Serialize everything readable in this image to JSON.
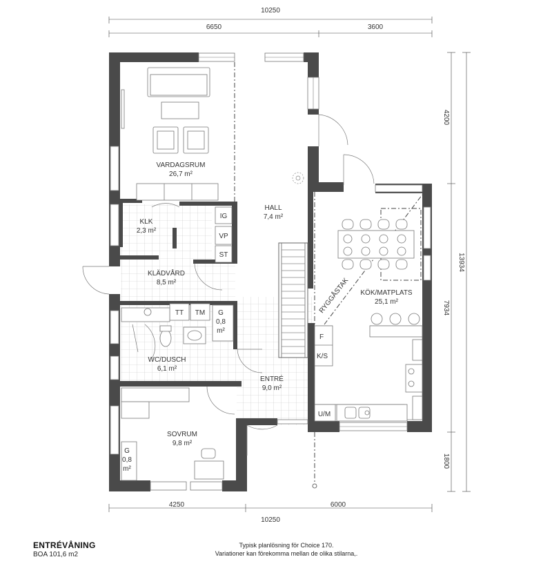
{
  "dimensions": {
    "top_total": "10250",
    "top_left": "6650",
    "top_right": "3600",
    "bottom_left": "4250",
    "bottom_right": "6000",
    "bottom_total": "10250",
    "right_upper": "4200",
    "right_middle": "7934",
    "right_total": "13934",
    "right_lower": "1800"
  },
  "rooms": {
    "vardagsrum": {
      "name": "VARDAGSRUM",
      "area": "26,7 m²"
    },
    "hall": {
      "name": "HALL",
      "area": "7,4 m²"
    },
    "klk": {
      "name": "KLK",
      "area": "2,3 m²"
    },
    "kladvard": {
      "name": "KLÄDVÅRD",
      "area": "8,5 m²"
    },
    "wc": {
      "name": "WC/DUSCH",
      "area": "6,1 m²"
    },
    "entre": {
      "name": "ENTRÉ",
      "area": "9,0 m²"
    },
    "kok": {
      "name": "KÖK/MATPLATS",
      "area": "25,1 m²"
    },
    "sovrum": {
      "name": "SOVRUM",
      "area": "9,8 m²"
    }
  },
  "labels": {
    "ig": "IG",
    "vp": "VP",
    "st": "ST",
    "tt": "TT",
    "tm": "TM",
    "g_bath": "G",
    "g_bath_val": "0,8",
    "g_bath_unit": "m²",
    "g_bed": "G",
    "g_bed_val": "0,8",
    "g_bed_unit": "m²",
    "f": "F",
    "ks": "K/S",
    "um": "U/M",
    "ryggastak": "RYGGÅSTAK"
  },
  "footer": {
    "title": "ENTRÉVÅNING",
    "boa": "BOA 101,6 m2",
    "note_line1": "Typisk planlösning för Choice 170.",
    "note_line2": "Variationer kan förekomma mellan de olika stilarna,."
  },
  "colors": {
    "wall": "#4a4a4a",
    "tile": "#bbbbbb"
  }
}
